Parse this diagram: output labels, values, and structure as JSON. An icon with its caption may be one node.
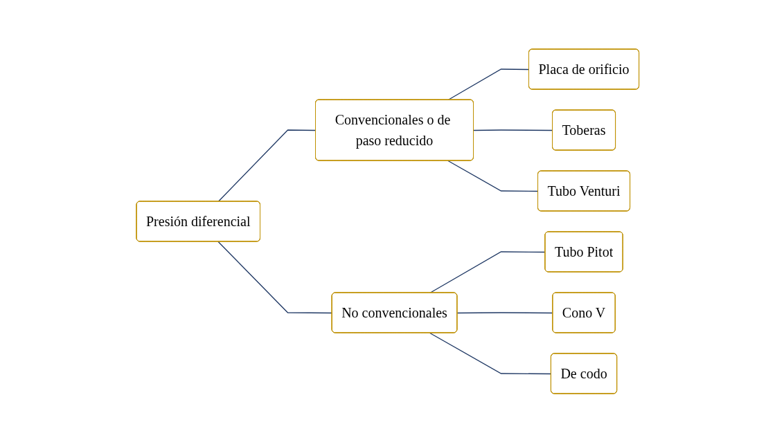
{
  "diagram": {
    "nodes": [
      {
        "text": [
          "Presión diferencial"
        ]
      },
      {
        "text": [
          "Convencionales o de paso reducido"
        ]
      },
      {
        "text": [
          "Placa de orificio"
        ]
      },
      {
        "text": [
          "Toberas"
        ]
      },
      {
        "text": [
          "Tubo Venturi"
        ]
      },
      {
        "text": [
          "No convencionales"
        ]
      },
      {
        "text": [
          "Tubo Pitot"
        ]
      },
      {
        "text": [
          "Cono V"
        ]
      },
      {
        "text": [
          "De codo"
        ]
      }
    ],
    "edges": [
      {
        "from": 0,
        "to": 1,
        "arrow": "none"
      },
      {
        "from": 0,
        "to": 5,
        "arrow": "none"
      },
      {
        "from": 1,
        "to": 2,
        "arrow": "none"
      },
      {
        "from": 1,
        "to": 3,
        "arrow": "none"
      },
      {
        "from": 1,
        "to": 4,
        "arrow": "none"
      },
      {
        "from": 5,
        "to": 6,
        "arrow": "none"
      },
      {
        "from": 5,
        "to": 7,
        "arrow": "none"
      },
      {
        "from": 5,
        "to": 8,
        "arrow": "none"
      }
    ]
  }
}
